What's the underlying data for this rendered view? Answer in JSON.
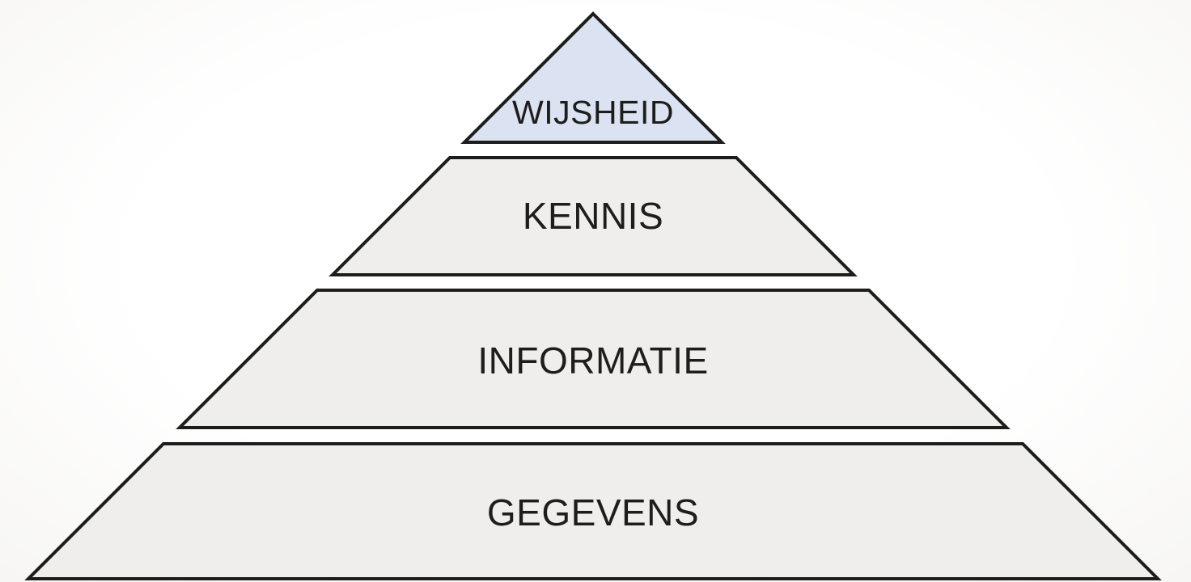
{
  "pyramid": {
    "type": "pyramid-diagram",
    "levels": [
      {
        "label": "WIJSHEID",
        "fill": "#dbe3f2"
      },
      {
        "label": "KENNIS",
        "fill": "#efeeec"
      },
      {
        "label": "INFORMATIE",
        "fill": "#efeeec"
      },
      {
        "label": "GEGEVENS",
        "fill": "#efeeec"
      }
    ],
    "stroke_color": "#1d1d1b",
    "text_color": "#1d1d1b",
    "background_color": "#fdfdfc"
  }
}
